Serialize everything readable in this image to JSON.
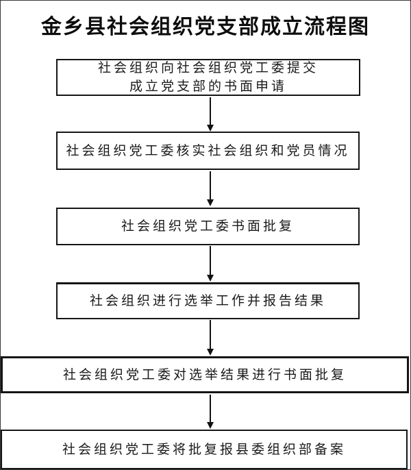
{
  "page": {
    "background_color": "#ffffff",
    "frame_color": "#3a3a3a",
    "ink_color": "#161616"
  },
  "flowchart": {
    "title": "金乡县社会组织党支部成立流程图",
    "direction": "top-down",
    "connector_style": "arrow-down",
    "steps": [
      {
        "order": 1,
        "full_width": false,
        "lines": [
          "社会组织向社会组织党工委提交",
          "成立党支部的书面申请"
        ]
      },
      {
        "order": 2,
        "full_width": false,
        "lines": [
          "社会组织党工委核实社会组织和党员情况"
        ]
      },
      {
        "order": 3,
        "full_width": false,
        "lines": [
          "社会组织党工委书面批复"
        ]
      },
      {
        "order": 4,
        "full_width": false,
        "lines": [
          "社会组织进行选举工作并报告结果"
        ]
      },
      {
        "order": 5,
        "full_width": true,
        "lines": [
          "社会组织党工委对选举结果进行书面批复"
        ]
      },
      {
        "order": 6,
        "full_width": true,
        "lines": [
          "社会组织党工委将批复报县委组织部备案"
        ]
      }
    ]
  }
}
